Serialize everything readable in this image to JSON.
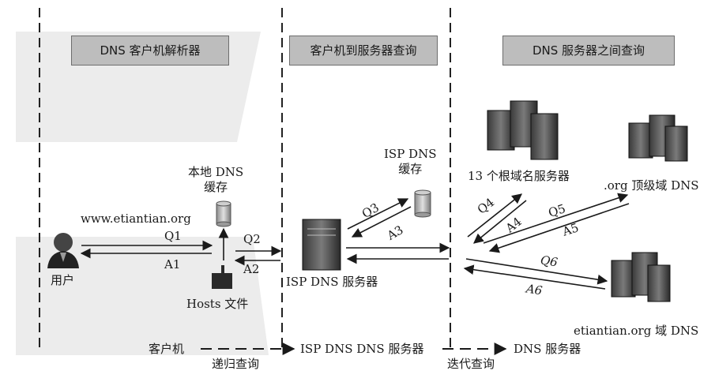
{
  "headers": {
    "resolver": "DNS 客户机解析器",
    "client_to_server": "客户机到服务器查询",
    "between_servers": "DNS 服务器之间查询"
  },
  "labels": {
    "local_cache": "本地 DNS\n缓存",
    "domain": "www.etiantian.org",
    "user": "用户",
    "hosts_file": "Hosts 文件",
    "isp_cache": "ISP DNS\n缓存",
    "isp_server": "ISP DNS 服务器",
    "root_servers": "13 个根域名服务器",
    "org_tld": ".org 顶级域 DNS",
    "etiantian_dns": "etiantian.org 域 DNS"
  },
  "queries": {
    "q1": "Q1",
    "a1": "A1",
    "q2": "Q2",
    "a2": "A2",
    "q3": "Q3",
    "a3": "A3",
    "q4": "Q4",
    "a4": "A4",
    "q5": "Q5",
    "a5": "A5",
    "q6": "Q6",
    "a6": "A6"
  },
  "legend": {
    "client": "客户机",
    "recursive": "递归查询",
    "isp_server": "ISP DNS DNS 服务器",
    "iterative": "迭代查询",
    "dns_server": "DNS 服务器"
  }
}
